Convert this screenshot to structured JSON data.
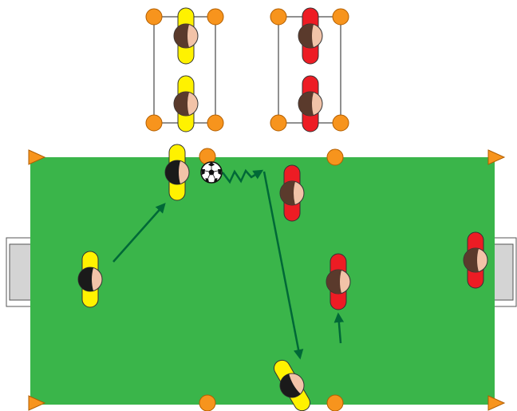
{
  "diagram": {
    "colors": {
      "pitch": "#3ab54a",
      "goal_fill": "#d4d4d4",
      "cone": "#f7941d",
      "team_yellow": "#fff200",
      "team_red": "#ed1c24",
      "arrow": "#006837",
      "skin": "#f2c3a8",
      "hair_black": "#1a1a1a",
      "hair_brown": "#5a3a2c"
    },
    "players": {
      "yellow_count": 5,
      "red_count": 5
    },
    "cones": {
      "count": 16
    },
    "flags": {
      "count": 4
    },
    "ball": {
      "count": 1
    }
  }
}
